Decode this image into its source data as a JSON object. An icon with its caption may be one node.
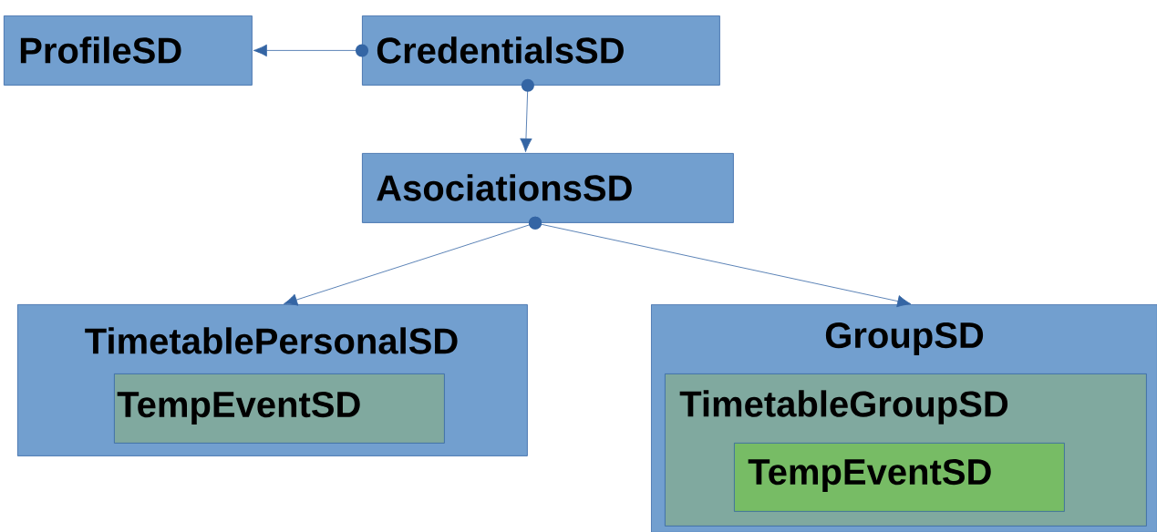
{
  "diagram": {
    "nodes": [
      {
        "text": [
          "ProfileSD"
        ]
      },
      {
        "text": [
          "CredentialsSD"
        ]
      },
      {
        "text": [
          "AsociationsSD"
        ]
      },
      {
        "text": [
          "TimetablePersonalSD"
        ]
      },
      {
        "text": [
          "TempEventSD"
        ],
        "in": 3
      },
      {
        "text": [
          "GroupSD"
        ]
      },
      {
        "text": [
          "TimetableGroupSD"
        ],
        "in": 5
      },
      {
        "text": [
          "TempEventSD"
        ],
        "in": 6
      }
    ],
    "edges": [
      {
        "from": 1,
        "to": 0,
        "arrow": "to"
      },
      {
        "from": 1,
        "to": 2,
        "arrow": "to"
      },
      {
        "from": 2,
        "to": 3,
        "arrow": "to"
      },
      {
        "from": 2,
        "to": 5,
        "arrow": "to"
      }
    ]
  }
}
